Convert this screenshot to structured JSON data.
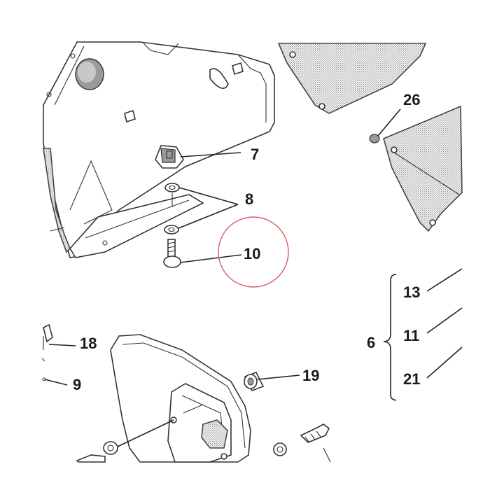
{
  "diagram": {
    "callouts": {
      "c7": "7",
      "c8": "8",
      "c10": "10",
      "c26": "26",
      "c13": "13",
      "c11": "11",
      "c6": "6",
      "c21": "21",
      "c18": "18",
      "c9": "9",
      "c19": "19"
    },
    "highlight": {
      "target": "10",
      "color": "#d9646a"
    },
    "colors": {
      "line": "#222222",
      "shading": "#9a9a9a",
      "background": "#ffffff"
    }
  }
}
